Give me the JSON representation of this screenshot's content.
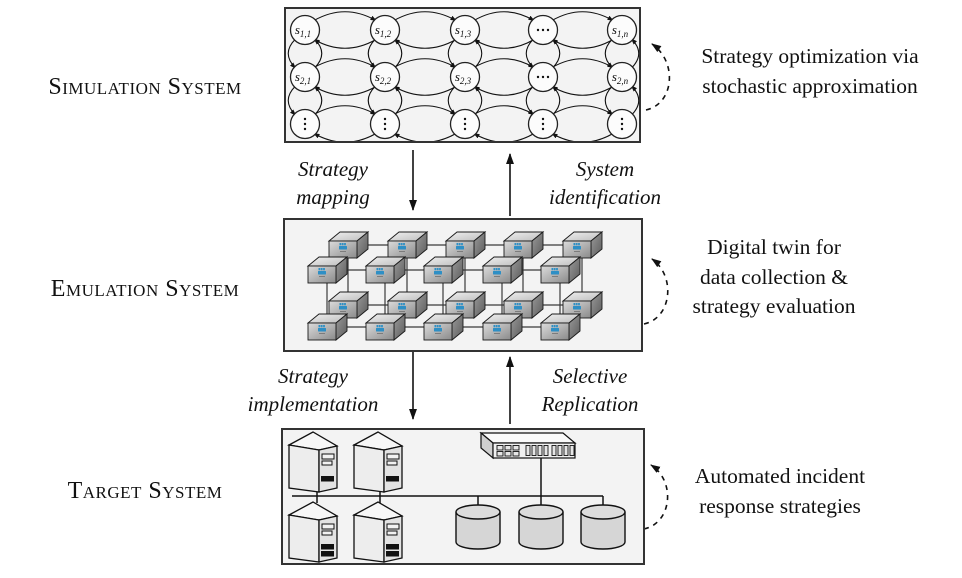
{
  "colors": {
    "background": "#ffffff",
    "box_fill": "#f3f3f3",
    "box_border": "#333333",
    "text": "#111111",
    "node_fill": "#fcfcfc",
    "container_accent_blue": "#2e8fc5",
    "cylinder_fill": "#d6d6d6"
  },
  "systems": {
    "simulation": {
      "label": "Simulation System"
    },
    "emulation": {
      "label": "Emulation System"
    },
    "target": {
      "label": "Target System"
    }
  },
  "annotations": {
    "simulation": "Strategy optimization via\nstochastic approximation",
    "emulation": "Digital twin for\ndata collection &\nstrategy evaluation",
    "target": "Automated incident\nresponse strategies"
  },
  "flows": {
    "strategy_mapping": "Strategy\nmapping",
    "system_identification": "System\nidentification",
    "strategy_implementation": "Strategy\nimplementation",
    "selective_replication": "Selective\nReplication"
  },
  "markov": {
    "rows": [
      [
        {
          "base": "s",
          "sub": "1,1"
        },
        {
          "base": "s",
          "sub": "1,2"
        },
        {
          "base": "s",
          "sub": "1,3"
        },
        {
          "dots": "h"
        },
        {
          "base": "s",
          "sub": "1,n"
        }
      ],
      [
        {
          "base": "s",
          "sub": "2,1"
        },
        {
          "base": "s",
          "sub": "2,2"
        },
        {
          "base": "s",
          "sub": "2,3"
        },
        {
          "dots": "h"
        },
        {
          "base": "s",
          "sub": "2,n"
        }
      ],
      [
        {
          "dots": "v"
        },
        {
          "dots": "v"
        },
        {
          "dots": "v"
        },
        {
          "dots": "v"
        },
        {
          "dots": "v"
        }
      ]
    ]
  },
  "emulation_grid": {
    "columns": 5,
    "layers": 2,
    "rows_per_layer": 2
  },
  "target_system": {
    "servers": 4,
    "switches": 1,
    "databases": 3
  }
}
